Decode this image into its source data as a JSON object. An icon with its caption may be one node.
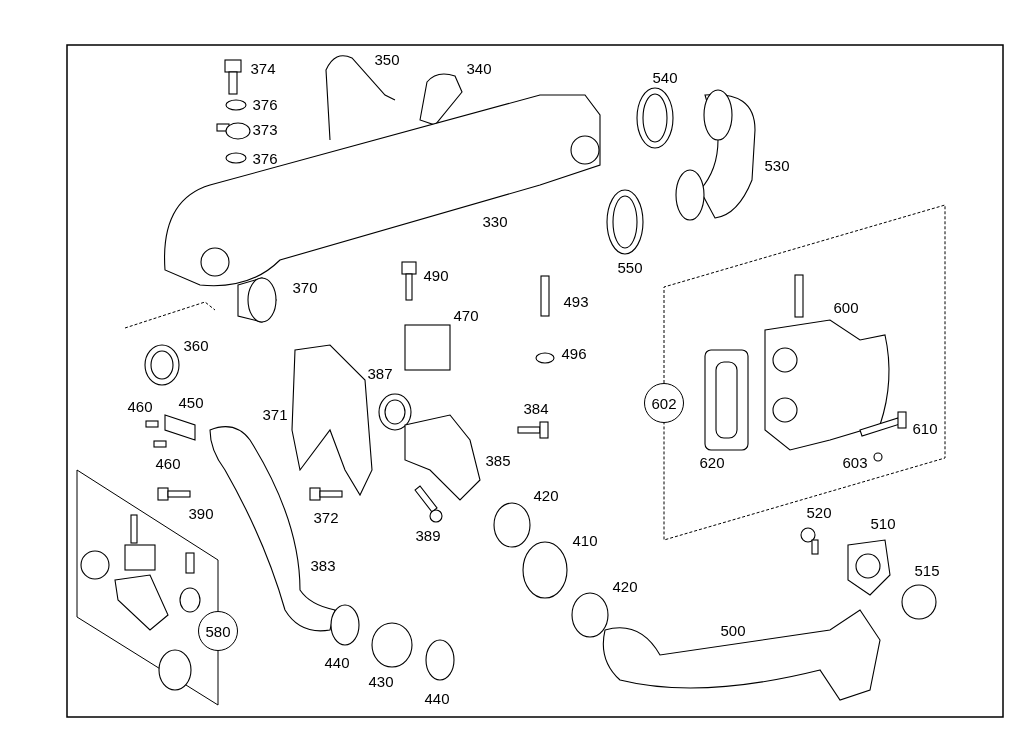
{
  "diagram": {
    "nodes": [
      {
        "text": [
          "602"
        ]
      },
      {
        "text": [
          "580"
        ]
      }
    ],
    "labels": [
      "374",
      "350",
      "340",
      "540",
      "376",
      "373",
      "376",
      "530",
      "330",
      "550",
      "490",
      "370",
      "493",
      "600",
      "470",
      "496",
      "360",
      "387",
      "384",
      "460",
      "450",
      "371",
      "620",
      "610",
      "603",
      "460",
      "385",
      "420",
      "390",
      "372",
      "389",
      "520",
      "510",
      "410",
      "383",
      "515",
      "420",
      "500",
      "440",
      "430",
      "440"
    ]
  }
}
